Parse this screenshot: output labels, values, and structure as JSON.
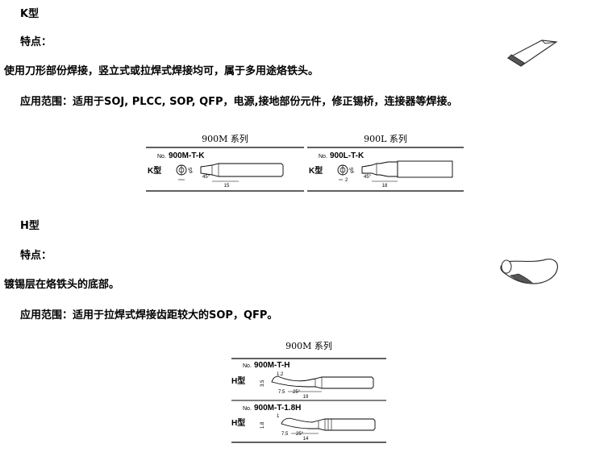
{
  "section_k": {
    "title": "K型",
    "features_label": "特点：",
    "description": "使用刀形部份焊接，竖立式或拉焊式焊接均可，属于多用途烙铁头。",
    "application": "应用范围：适用于SOJ, PLCC, SOP, QFP，电源,接地部份元件，修正锡桥，连接器等焊接。",
    "drawings": [
      {
        "series": "900M 系列",
        "model_prefix": "No.",
        "model": "900M-T-K",
        "type_label": "K型",
        "dim_diameter": "φ5",
        "dim_angle": "45°",
        "dim_length": "15"
      },
      {
        "series": "900L 系列",
        "model_prefix": "No.",
        "model": "900L-T-K",
        "type_label": "K型",
        "dim_diameter": "φ5",
        "dim_angle": "45°",
        "dim_length": "18",
        "dim_small": "2"
      }
    ]
  },
  "section_h": {
    "title": "H型",
    "features_label": "特点：",
    "description": "镀锡层在烙铁头的底部。",
    "application": "应用范围：适用于拉焊式焊接齿距较大的SOP，QFP。",
    "drawing": {
      "series": "900M 系列",
      "rows": [
        {
          "model_prefix": "No.",
          "model": "900M-T-H",
          "type_label": "H型",
          "dim_a": "1.2",
          "dim_b": "3.5",
          "dim_c": "7.5",
          "dim_angle": "25°",
          "dim_length": "19"
        },
        {
          "model_prefix": "No.",
          "model": "900M-T-1.8H",
          "type_label": "H型",
          "dim_a": "1",
          "dim_b": "1.8",
          "dim_c": "7.5",
          "dim_angle": "25°",
          "dim_length": "14"
        }
      ]
    }
  }
}
